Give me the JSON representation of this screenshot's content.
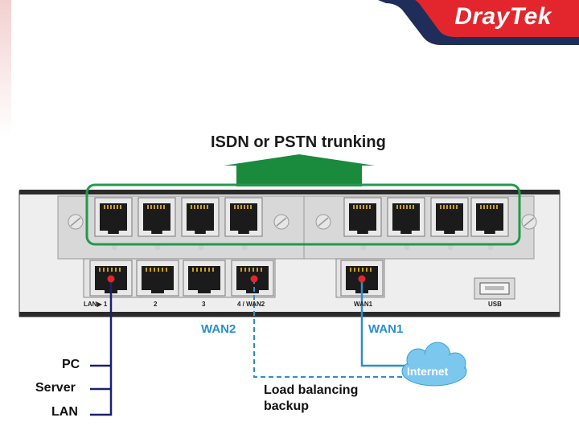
{
  "brand": {
    "logo_text": "DrayTek"
  },
  "colors": {
    "brand_red": "#e3262d",
    "navy": "#1f2d5a",
    "panel_green": "#1f9a4c",
    "arrow_green": "#1a8a3c",
    "wan_blue": "#2a8fcc",
    "lan_navy": "#1c1f6e",
    "cloud_blue": "#7cc7ee"
  },
  "diagram": {
    "title": "ISDN or PSTN trunking",
    "lan_ports": [
      "LAN▶ 1",
      "2",
      "3",
      "4 / WAN2"
    ],
    "wan1_port": "WAN1",
    "usb_port": "USB",
    "wan2_label": "WAN2",
    "wan1_label": "WAN1",
    "devices": [
      "PC",
      "Server",
      "LAN"
    ],
    "internet": "Internet",
    "load_balancing": [
      "Load balancing",
      "backup"
    ]
  }
}
